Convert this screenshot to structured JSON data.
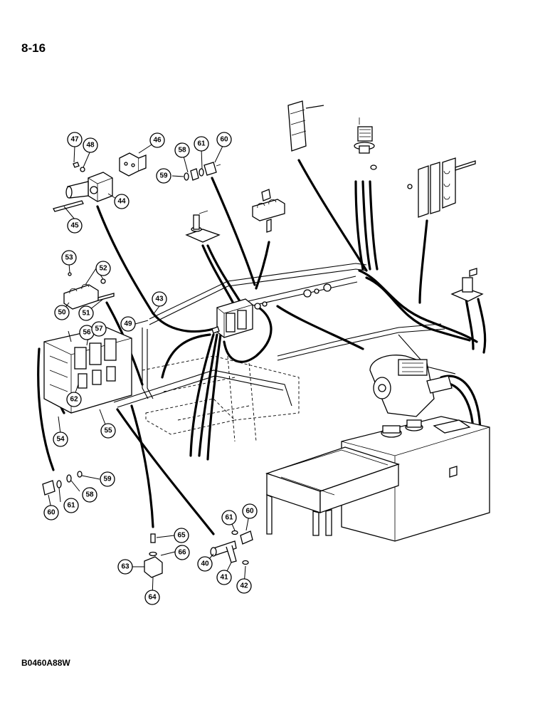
{
  "page": {
    "number": "8-16",
    "figure_code": "B0460A88W"
  },
  "callouts": {
    "c40": "40",
    "c41": "41",
    "c42": "42",
    "c43": "43",
    "c44": "44",
    "c45": "45",
    "c46": "46",
    "c47": "47",
    "c48": "48",
    "c49": "49",
    "c50": "50",
    "c51": "51",
    "c52": "52",
    "c53": "53",
    "c54": "54",
    "c55": "55",
    "c56": "56",
    "c57": "57",
    "c58a": "58",
    "c58b": "58",
    "c59a": "59",
    "c59b": "59",
    "c60a": "60",
    "c60b": "60",
    "c60c": "60",
    "c61a": "61",
    "c61b": "61",
    "c61c": "61",
    "c62": "62",
    "c63": "63",
    "c64": "64",
    "c65": "65",
    "c66": "66"
  }
}
